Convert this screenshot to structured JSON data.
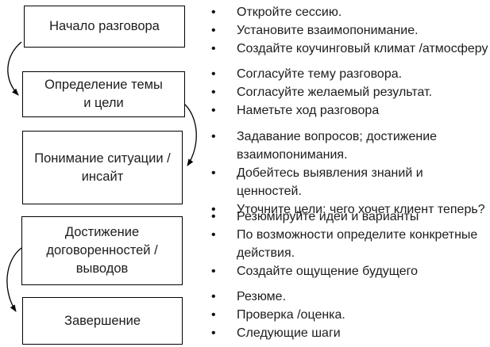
{
  "diagram": {
    "title": "coaching-conversation-flow",
    "bullet_glyph": "•",
    "colors": {
      "text": "#1d1d1d",
      "line": "#000000",
      "background": "#ffffff"
    },
    "steps": [
      {
        "label": "Начало разговора",
        "bullets": [
          "Откройте сессию.",
          "Установите взаимопонимание.",
          "Создайте коучинговый климат /атмосферу"
        ]
      },
      {
        "label": "Определение темы\nи цели",
        "bullets": [
          "Согласуйте тему разговора.",
          "Согласуйте желаемый результат.",
          "Наметьте ход разговора"
        ]
      },
      {
        "label": "Понимание ситуации /\nинсайт",
        "bullets": [
          "Задавание вопросов; достижение взаимопонимания.",
          "Добейтесь выявления знаний и ценностей.",
          "Уточните цели: чего хочет клиент теперь?"
        ]
      },
      {
        "label": "Достижение\nдоговоренностей /\nвыводов",
        "bullets": [
          "Резюмируйте идеи и варианты",
          "По возможности определите конкретные действия.",
          "Создайте ощущение будущего"
        ]
      },
      {
        "label": "Завершение",
        "bullets": [
          "Резюме.",
          "Проверка /оценка.",
          "Следующие шаги"
        ]
      }
    ]
  }
}
